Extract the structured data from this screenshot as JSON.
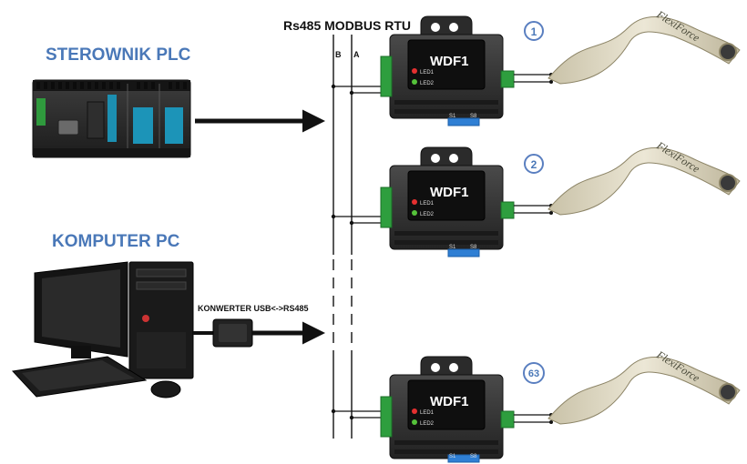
{
  "bus": {
    "title": "Rs485 MODBUS RTU",
    "line_b": "B",
    "line_a": "A"
  },
  "plc": {
    "label": "STEROWNIK PLC"
  },
  "pc": {
    "label": "KOMPUTER PC",
    "converter_label": "KONWERTER USB<->RS485"
  },
  "devices": [
    {
      "name": "WDF1",
      "led1": "LED1",
      "led2": "LED2",
      "s1": "S1",
      "s8": "S8",
      "address": "1",
      "sensor_text": "FlexiForce"
    },
    {
      "name": "WDF1",
      "led1": "LED1",
      "led2": "LED2",
      "s1": "S1",
      "s8": "S8",
      "address": "2",
      "sensor_text": "FlexiForce"
    },
    {
      "name": "WDF1",
      "led1": "LED1",
      "led2": "LED2",
      "s1": "S1",
      "s8": "S8",
      "address": "63",
      "sensor_text": "FlexiForce"
    }
  ],
  "colors": {
    "label_blue": "#4a78b8",
    "terminal_green": "#2e9e3e",
    "led_red": "#e53030",
    "led_green": "#55c23a",
    "module_body": "#3a3a3a"
  }
}
